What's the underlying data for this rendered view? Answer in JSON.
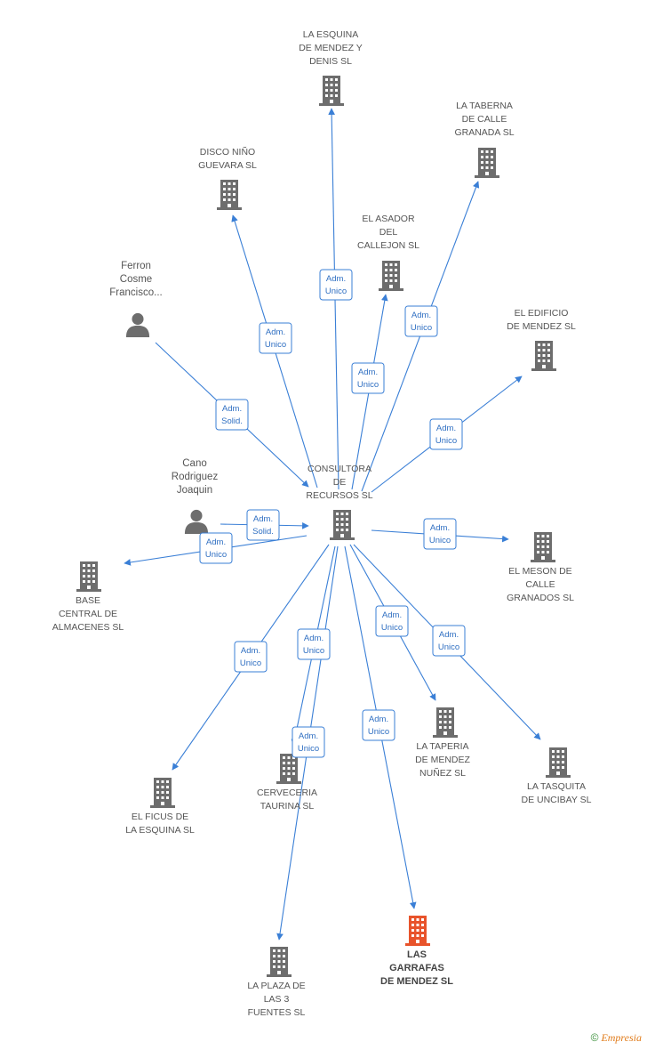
{
  "nodes": [
    {
      "id": "center",
      "lines": [
        "CONSULTORA",
        "DE",
        "RECURSOS SL"
      ],
      "kind": "company"
    },
    {
      "id": "esquina",
      "lines": [
        "LA ESQUINA",
        "DE MENDEZ Y",
        "DENIS SL"
      ],
      "kind": "company"
    },
    {
      "id": "taberna",
      "lines": [
        "LA TABERNA",
        "DE CALLE",
        "GRANADA SL"
      ],
      "kind": "company"
    },
    {
      "id": "disco",
      "lines": [
        "DISCO NIÑO",
        "GUEVARA SL"
      ],
      "kind": "company"
    },
    {
      "id": "asador",
      "lines": [
        "EL ASADOR",
        "DEL",
        "CALLEJON SL"
      ],
      "kind": "company"
    },
    {
      "id": "edificio",
      "lines": [
        "EL EDIFICIO",
        "DE MENDEZ SL"
      ],
      "kind": "company"
    },
    {
      "id": "ferron",
      "lines": [
        "Ferron",
        "Cosme",
        "Francisco..."
      ],
      "kind": "person"
    },
    {
      "id": "cano",
      "lines": [
        "Cano",
        "Rodriguez",
        "Joaquin"
      ],
      "kind": "person"
    },
    {
      "id": "base",
      "lines": [
        "BASE",
        "CENTRAL DE",
        "ALMACENES SL"
      ],
      "kind": "company"
    },
    {
      "id": "meson",
      "lines": [
        "EL MESON DE",
        "CALLE",
        "GRANADOS SL"
      ],
      "kind": "company"
    },
    {
      "id": "ficus",
      "lines": [
        "EL FICUS DE",
        "LA ESQUINA SL"
      ],
      "kind": "company"
    },
    {
      "id": "cerveceria",
      "lines": [
        "CERVECERIA",
        "TAURINA SL"
      ],
      "kind": "company"
    },
    {
      "id": "taperia",
      "lines": [
        "LA TAPERIA",
        "DE MENDEZ",
        "NUÑEZ SL"
      ],
      "kind": "company"
    },
    {
      "id": "tasquita",
      "lines": [
        "LA TASQUITA",
        "DE UNCIBAY SL"
      ],
      "kind": "company"
    },
    {
      "id": "plaza",
      "lines": [
        "LA PLAZA DE",
        "LAS 3",
        "FUENTES SL"
      ],
      "kind": "company"
    },
    {
      "id": "garrafas",
      "lines": [
        "LAS",
        "GARRAFAS",
        "DE MENDEZ SL"
      ],
      "kind": "company-highlight"
    }
  ],
  "edges": [
    {
      "id": "e-esquina",
      "label": [
        "Adm.",
        "Unico"
      ]
    },
    {
      "id": "e-taberna",
      "label": [
        "Adm.",
        "Unico"
      ]
    },
    {
      "id": "e-disco",
      "label": [
        "Adm.",
        "Unico"
      ]
    },
    {
      "id": "e-asador",
      "label": [
        "Adm.",
        "Unico"
      ]
    },
    {
      "id": "e-edificio",
      "label": [
        "Adm.",
        "Unico"
      ]
    },
    {
      "id": "e-ferron",
      "label": [
        "Adm.",
        "Solid."
      ]
    },
    {
      "id": "e-cano",
      "label": [
        "Adm.",
        "Solid."
      ]
    },
    {
      "id": "e-base",
      "label": [
        "Adm.",
        "Unico"
      ]
    },
    {
      "id": "e-meson",
      "label": [
        "Adm.",
        "Unico"
      ]
    },
    {
      "id": "e-ficus",
      "label": [
        "Adm.",
        "Unico"
      ]
    },
    {
      "id": "e-cerveceria",
      "label": [
        "Adm.",
        "Unico"
      ]
    },
    {
      "id": "e-plaza",
      "label": [
        "Adm.",
        "Unico"
      ]
    },
    {
      "id": "e-taperia",
      "label": [
        "Adm.",
        "Unico"
      ]
    },
    {
      "id": "e-tasquita",
      "label": [
        "Adm.",
        "Unico"
      ]
    },
    {
      "id": "e-garrafas",
      "label": [
        "Adm.",
        "Unico"
      ]
    }
  ],
  "colors": {
    "edge": "#3a7fd6",
    "icon": "#6d6d6d",
    "highlight": "#e8532b"
  },
  "footer": {
    "copyright": "©",
    "brand": "Empresia"
  }
}
